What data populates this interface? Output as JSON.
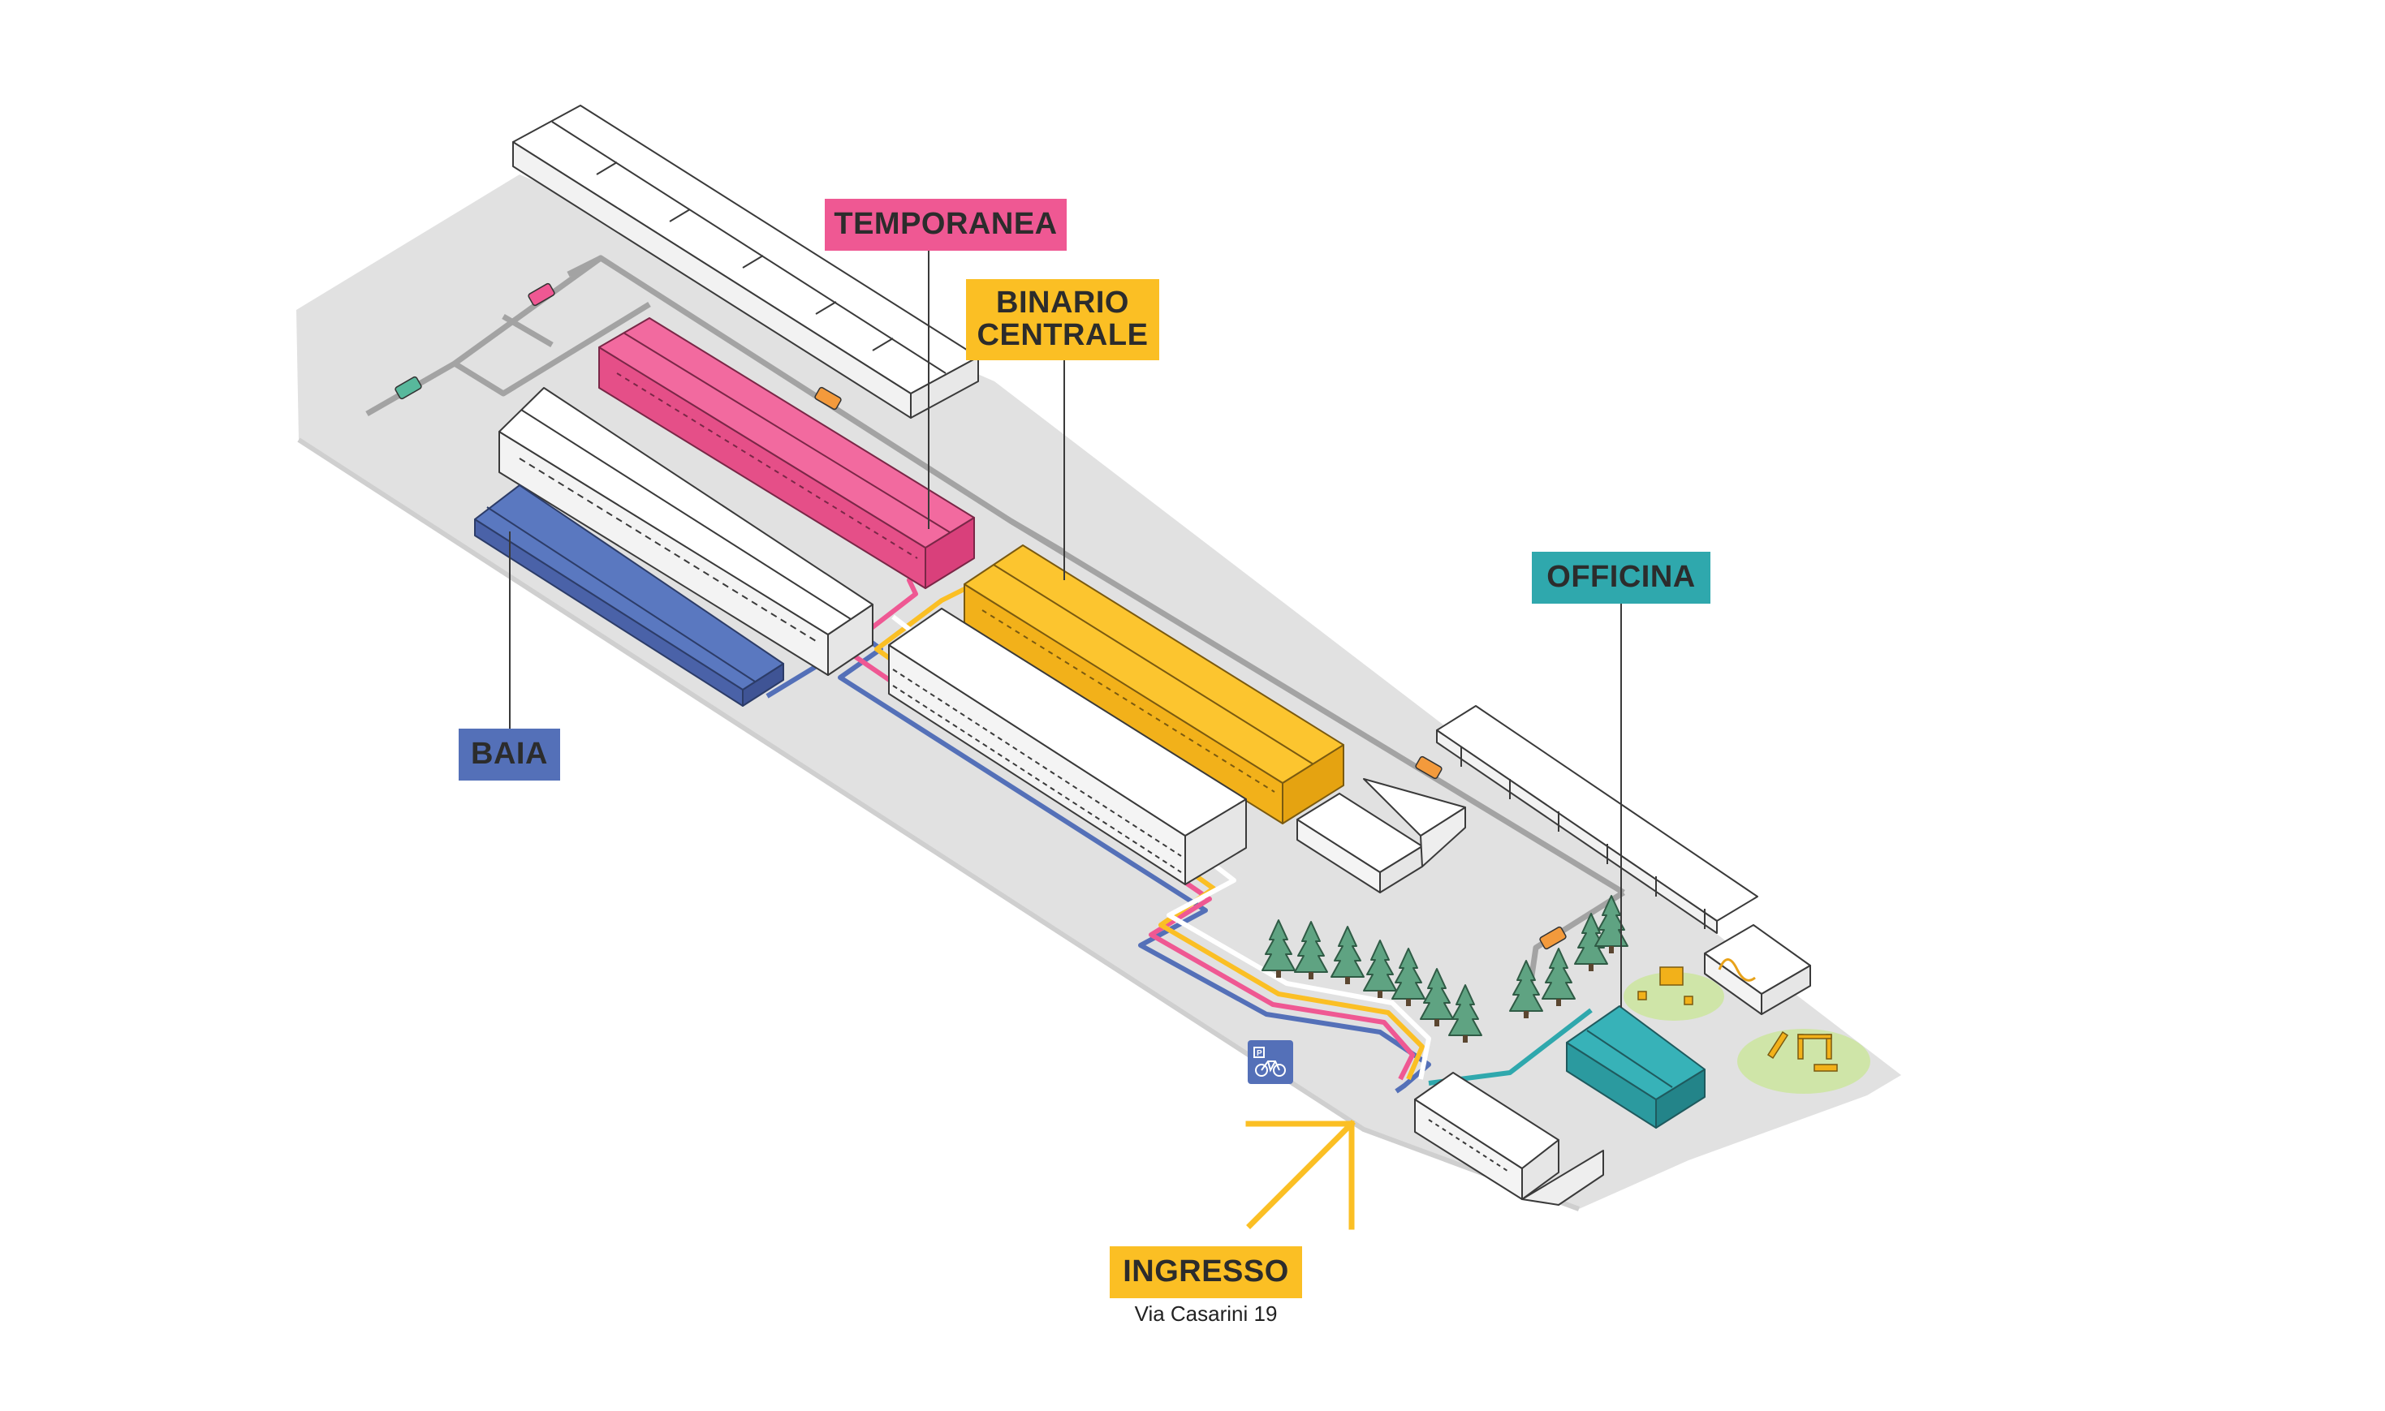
{
  "areas": {
    "temporanea": {
      "label": "TEMPORANEA",
      "color": "#ef5893"
    },
    "binario_centrale": {
      "label_line1": "BINARIO",
      "label_line2": "CENTRALE",
      "color": "#fbbf24"
    },
    "officina": {
      "label": "OFFICINA",
      "color": "#2fa8ad"
    },
    "baia": {
      "label": "BAIA",
      "color": "#5470b8"
    }
  },
  "entrance": {
    "label": "INGRESSO",
    "address": "Via Casarini 19",
    "color": "#fbbf24"
  },
  "bike_parking": {
    "icon": "bike-parking-icon",
    "color": "#5470b8"
  },
  "colors": {
    "ground": "#e1e1e1",
    "road": "#a3a3a3",
    "tree": "#5fa382",
    "playground": "#cfe5a8",
    "car_pink": "#ef5893",
    "car_orange": "#f39a3c",
    "car_teal": "#58b89c"
  }
}
